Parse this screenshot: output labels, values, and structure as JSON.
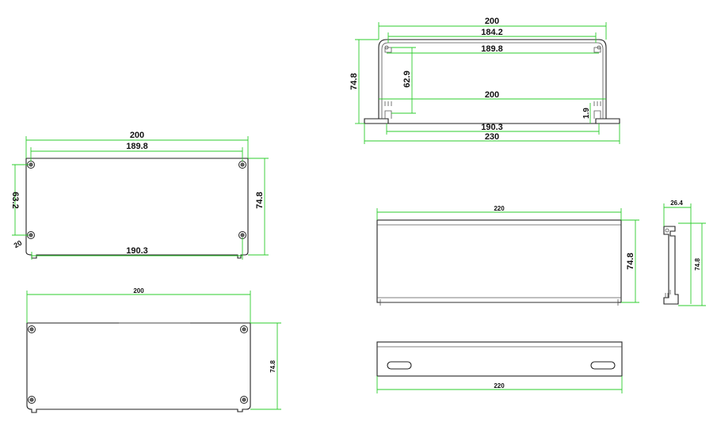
{
  "colors": {
    "dimension": "#2ecc2e",
    "outline": "#222222",
    "text": "#111111"
  },
  "front_panel_view": {
    "overall_width": "200",
    "hole_spacing_top": "189.8",
    "hole_spacing_bottom": "190.3",
    "hole_spacing_vertical": "63.2",
    "height": "74.8",
    "corner_label": "20"
  },
  "blank_panel_view": {
    "width": "200",
    "height": "74.8"
  },
  "end_section_view": {
    "outer_width": "200",
    "inner_width": "184.2",
    "rail_spacing": "189.8",
    "height": "74.8",
    "inner_height": "62.9",
    "center_width": "200",
    "wall": "1.9",
    "base_inner": "190.3",
    "flange_width": "230"
  },
  "profile_side_view": {
    "length": "220",
    "height": "74.8"
  },
  "section_detail_view": {
    "width": "26.4",
    "height": "74.8"
  },
  "bottom_flange_view": {
    "length": "220"
  }
}
